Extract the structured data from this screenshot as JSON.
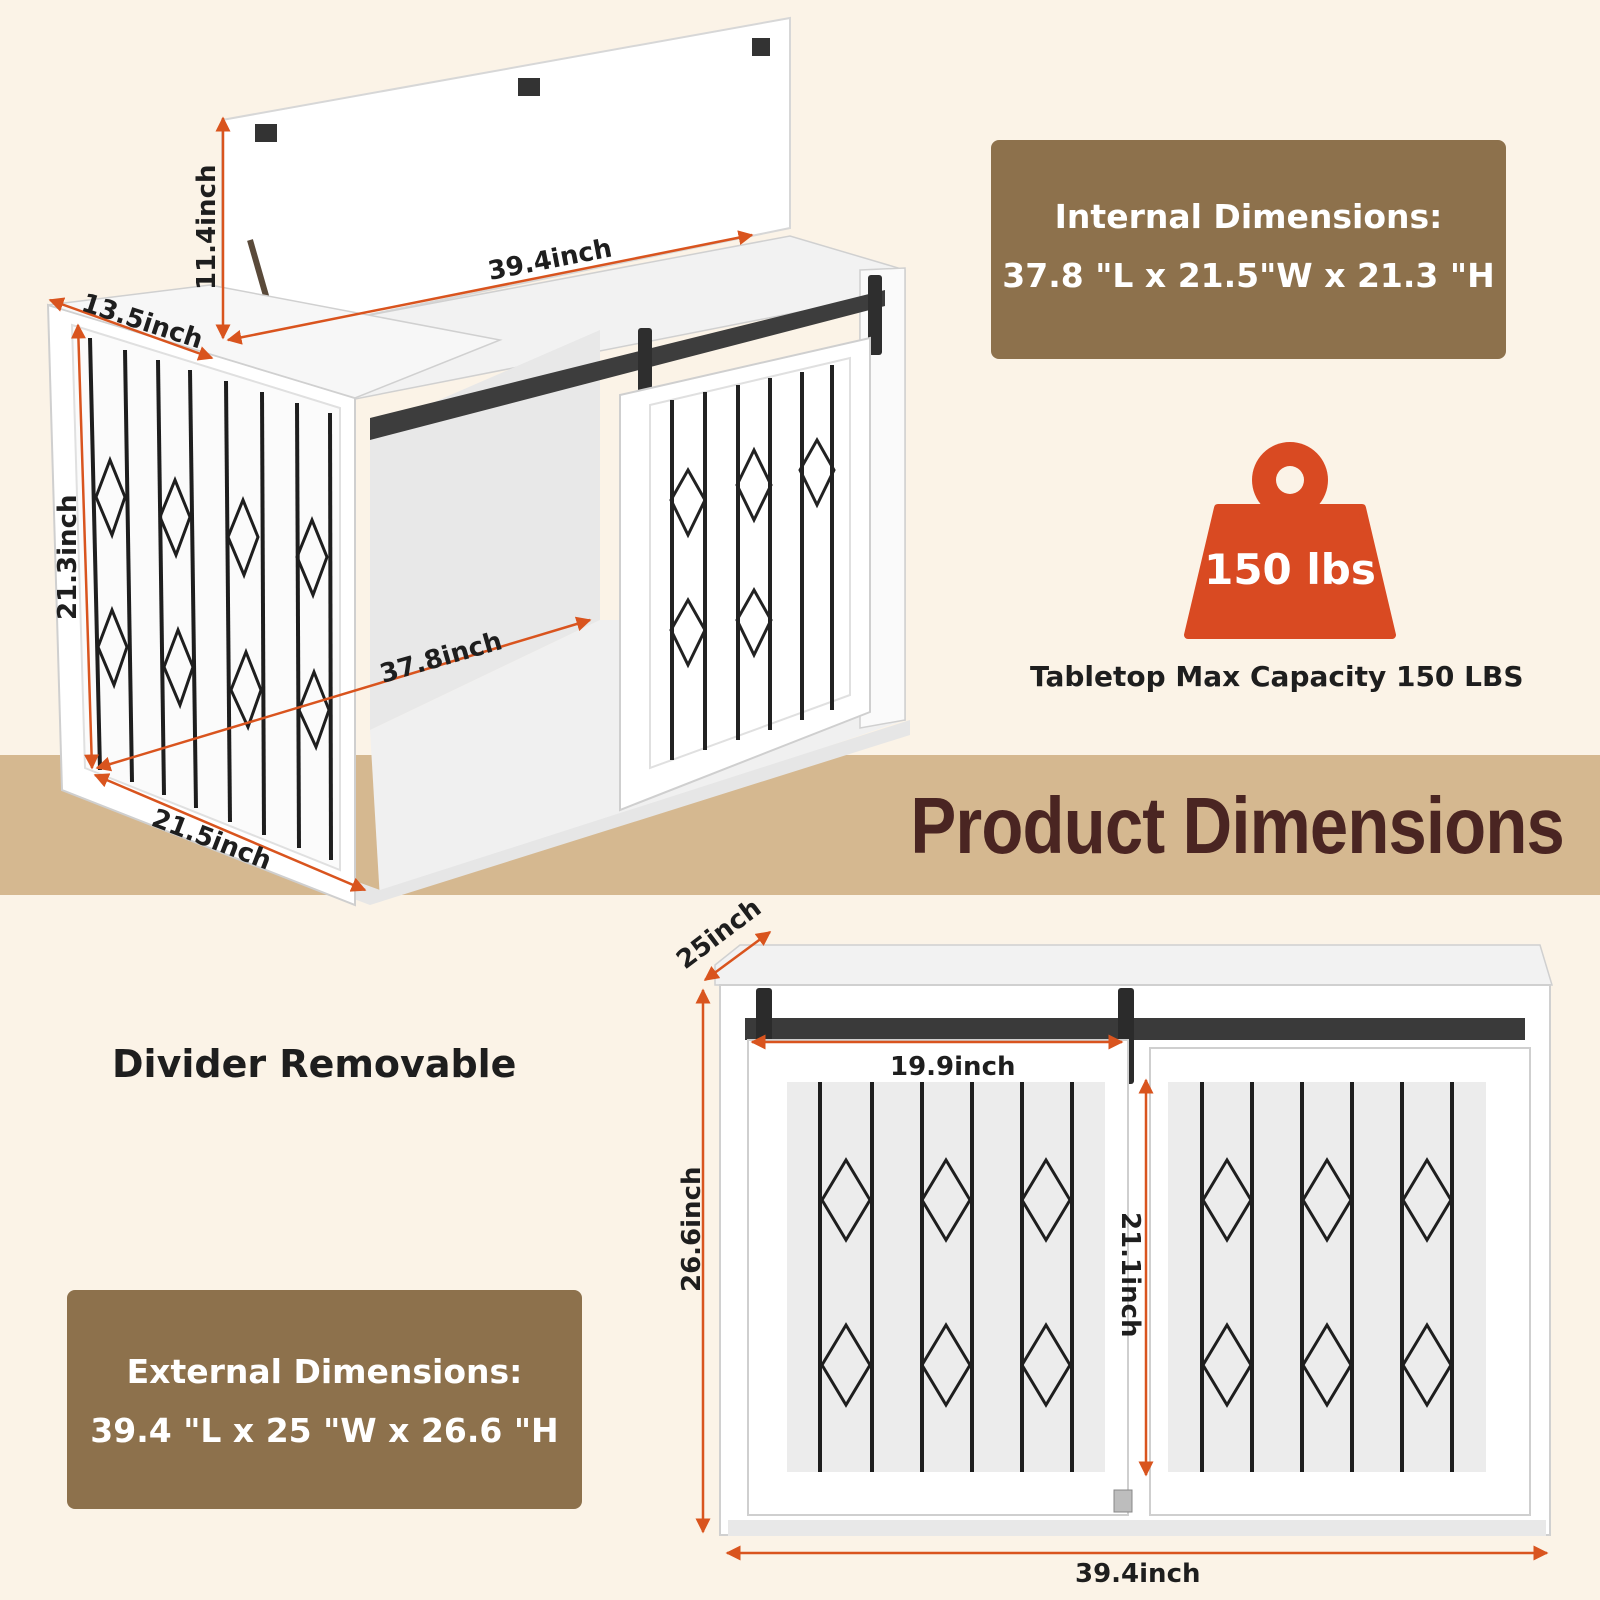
{
  "headline": "Product Dimensions",
  "internal": {
    "title": "Internal Dimensions:",
    "value": "37.8 \"L x 21.5\"W x 21.3 \"H"
  },
  "external": {
    "title": "External Dimensions:",
    "value": "39.4 \"L x 25 \"W x 26.6 \"H"
  },
  "weight": {
    "badge": "150 lbs",
    "caption": "Tabletop Max Capacity 150 LBS",
    "icon": "weight-icon"
  },
  "divider_note": "Divider Removable",
  "dimensions_top": {
    "lid_height": "11.4inch",
    "top_length": "39.4inch",
    "top_depth": "13.5inch",
    "height": "21.3inch",
    "inner_length": "37.8inch",
    "depth": "21.5inch"
  },
  "dimensions_bottom": {
    "depth": "25inch",
    "door_width": "19.9inch",
    "height": "26.6inch",
    "door_height": "21.1inch",
    "length": "39.4inch"
  },
  "colors": {
    "background": "#fbf3e7",
    "band": "#d5b890",
    "panel": "#8d714c",
    "headline": "#4a2522",
    "accent": "#d94a22",
    "dimension_line": "#d9541e"
  }
}
